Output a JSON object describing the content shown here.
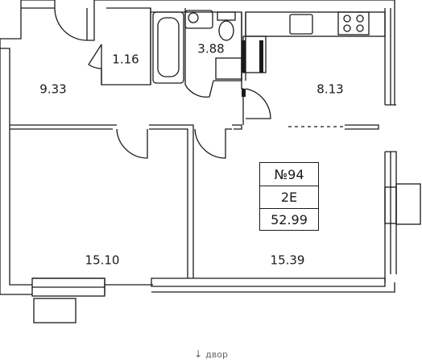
{
  "apartment": {
    "number": "№94",
    "type": "2Е",
    "total_area": "52.99"
  },
  "rooms": [
    {
      "id": "hall",
      "area": "9.33"
    },
    {
      "id": "closet",
      "area": "1.16"
    },
    {
      "id": "bathroom",
      "area": "3.88"
    },
    {
      "id": "kitchen",
      "area": "8.13"
    },
    {
      "id": "bedroom-left",
      "area": "15.10"
    },
    {
      "id": "bedroom-right",
      "area": "15.39"
    }
  ],
  "orientation": {
    "label": "двор"
  }
}
